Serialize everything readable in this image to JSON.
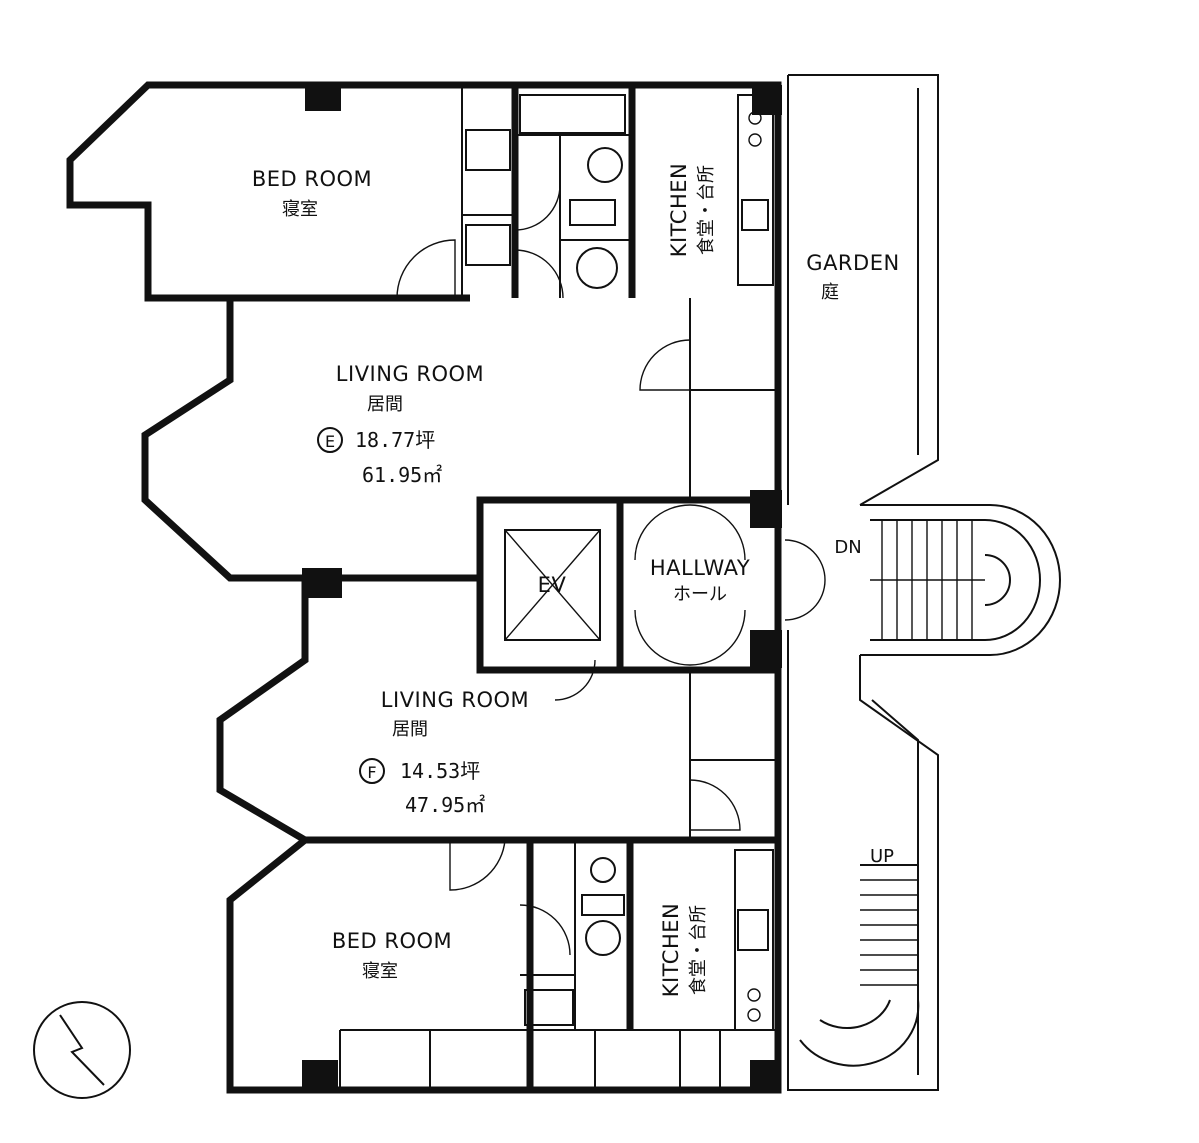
{
  "rooms": {
    "bedroom_top": {
      "en": "BED ROOM",
      "jp": "寝室"
    },
    "kitchen_top": {
      "en": "KITCHEN",
      "jp": "食堂・台所"
    },
    "garden": {
      "en": "GARDEN",
      "jp": "庭"
    },
    "living_e": {
      "en": "LIVING ROOM",
      "jp": "居間",
      "unit": "E",
      "tsubo": "18.77坪",
      "sqm": "61.95㎡"
    },
    "elevator": {
      "label": "EV"
    },
    "hallway": {
      "en": "HALLWAY",
      "jp": "ホール"
    },
    "stairs_down": {
      "label": "DN"
    },
    "living_f": {
      "en": "LIVING ROOM",
      "jp": "居間",
      "unit": "F",
      "tsubo": "14.53坪",
      "sqm": "47.95㎡"
    },
    "stairs_up": {
      "label": "UP"
    },
    "bedroom_bottom": {
      "en": "BED ROOM",
      "jp": "寝室"
    },
    "kitchen_bottom": {
      "en": "KITCHEN",
      "jp": "食堂・台所"
    }
  },
  "compass": {
    "icon": "north-arrow-icon"
  }
}
